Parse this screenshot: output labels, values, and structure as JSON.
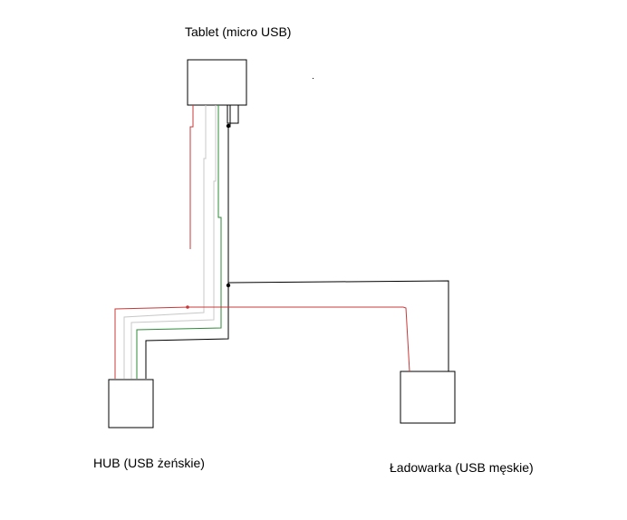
{
  "labels": {
    "tablet": "Tablet (micro USB)",
    "hub": "HUB (USB żeńskie)",
    "charger": "Ładowarka (USB męskie)"
  },
  "colors": {
    "box_stroke": "#000000",
    "wire_red": "#c8383a",
    "wire_green": "#2e8b3a",
    "wire_white": "#c8c8c8",
    "wire_black": "#000000"
  }
}
